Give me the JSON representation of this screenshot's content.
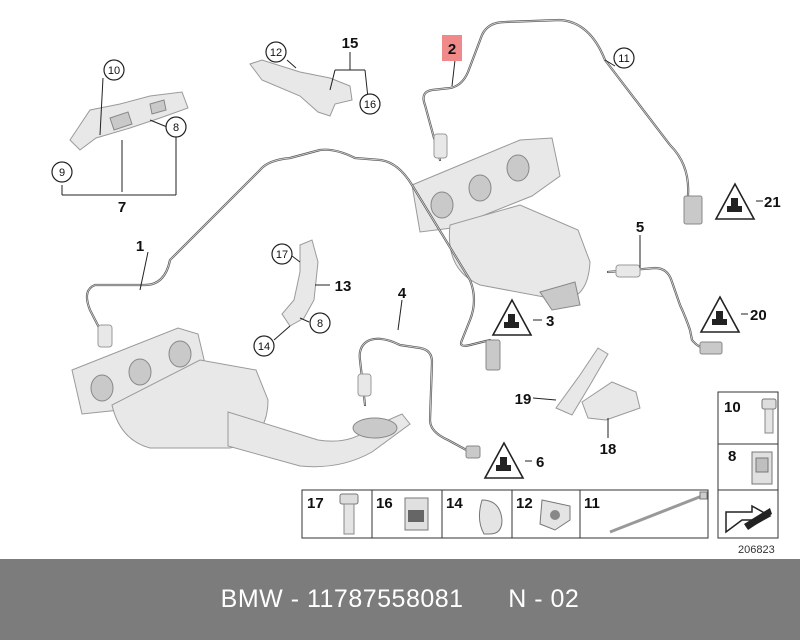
{
  "labels": {
    "l1": "1",
    "l2": "2",
    "l3": "3",
    "l4": "4",
    "l5": "5",
    "l6": "6",
    "l7": "7",
    "l8a": "8",
    "l8b": "8",
    "l9": "9",
    "l10": "10",
    "l11": "11",
    "l12": "12",
    "l13": "13",
    "l14": "14",
    "l15": "15",
    "l16": "16",
    "l17": "17",
    "l18": "18",
    "l19": "19",
    "l20": "20",
    "l21": "21"
  },
  "legend": {
    "right": [
      "10",
      "8"
    ],
    "bottom": [
      "17",
      "16",
      "14",
      "12",
      "11"
    ]
  },
  "highlight_color": "#f08a8a",
  "catalog_number": "206823",
  "footer": {
    "text": "BMW - 11787558081      N - 02"
  }
}
